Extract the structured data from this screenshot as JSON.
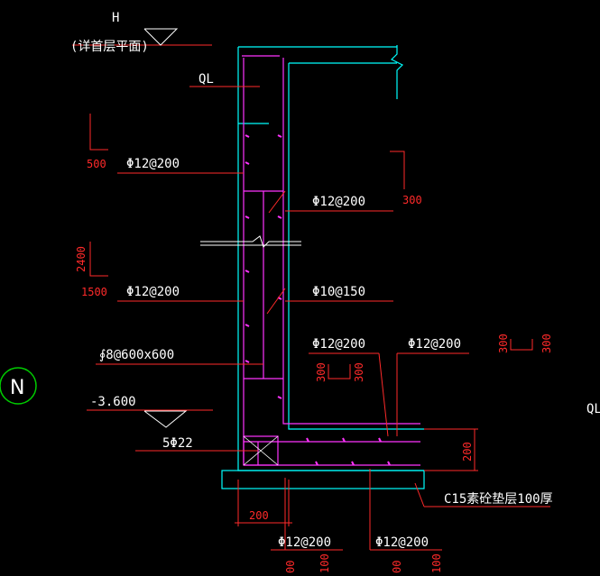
{
  "labels": {
    "elev_top": "H",
    "elev_top_note": "(详首层平面)",
    "ql": "QL",
    "ql_right": "QL",
    "rebar_a": "Φ12@200",
    "rebar_b": "Φ12@200",
    "rebar_c": "Φ12@200",
    "rebar_d": "Φ10@150",
    "rebar_e": "Φ12@200",
    "rebar_f": "Φ12@200",
    "tie": "∮8@600x600",
    "elev_bottom": "-3.600",
    "corner_bars": "5Φ22",
    "bottom_a": "Φ12@200",
    "bottom_b": "Φ12@200",
    "bedding": "C15素砼垫层100厚",
    "north": "N"
  },
  "dims": {
    "d500": "500",
    "d300a": "300",
    "d2400": "2400",
    "d1500": "1500",
    "d300b": "300",
    "d300c": "300",
    "d300d": "300",
    "d300e": "300",
    "d200v": "200",
    "d200h": "200",
    "b1": "00",
    "b2": "100",
    "b3": "00",
    "b4": "100"
  },
  "colors": {
    "background": "#000000",
    "concrete_outline": "#00ffff",
    "rebar": "#ff33ff",
    "dimension": "#ff2a2a",
    "text": "#ffffff",
    "north_circle": "#00cc00"
  }
}
